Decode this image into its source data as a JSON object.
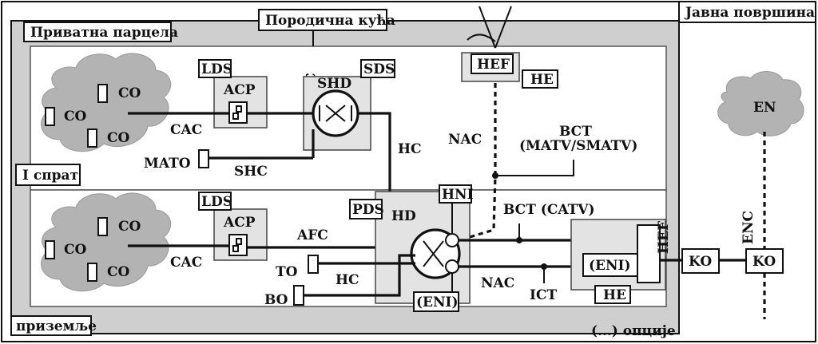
{
  "labels": {
    "public_area": "Јавна површина",
    "family_house": "Породична кућа",
    "private_parcel": "Приватна парцела",
    "floor1": "I спрат",
    "ground_floor": "приземље",
    "options": "(...) опције",
    "co": "CO",
    "lds": "LDS",
    "acp": "ACP",
    "afc": "AFC",
    "shd": "SHD",
    "sds": "SDS",
    "cac": "CAC",
    "mato": "MATO",
    "shc": "SHC",
    "hc": "HC",
    "nac": "NAC",
    "hef": "HEF",
    "he": "HE",
    "bct_matv_1": "BCT",
    "bct_matv_2": "(MATV/SMATV)",
    "hni": "HNI",
    "pds": "PDS",
    "hd": "HD",
    "bct_catv": "BCT (CATV)",
    "to": "TO",
    "bo": "BO",
    "eni_paren": "(ENI)",
    "ict": "ICT",
    "ko": "KO",
    "enc": "ENC",
    "en": "EN"
  },
  "colors": {
    "parcel_fill": "#cfcfcf",
    "cloud_fill": "#b3b3b3",
    "block_fill": "#e3e3e3",
    "line": "#111111"
  }
}
